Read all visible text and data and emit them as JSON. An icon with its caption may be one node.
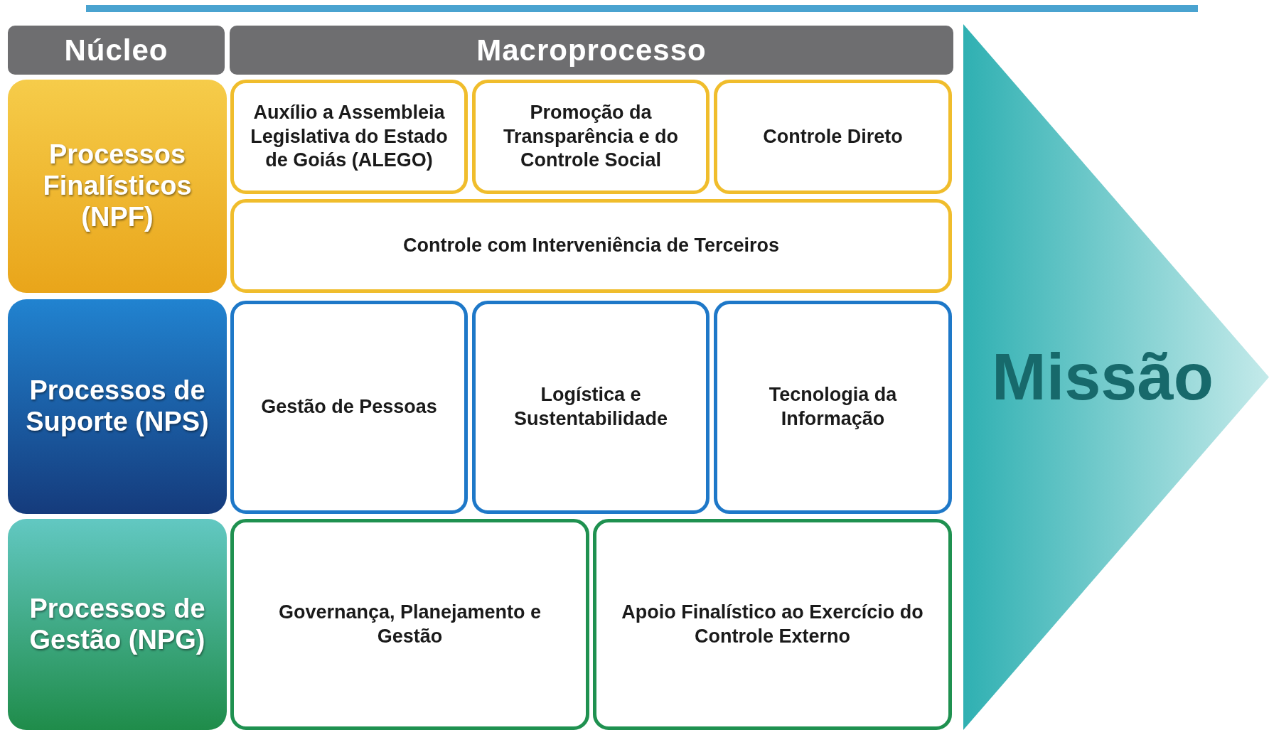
{
  "diagram": {
    "nodes": [
      {
        "text": [
          "Núcleo"
        ]
      },
      {
        "text": [
          "Macroprocesso"
        ]
      },
      {
        "text": [
          "Processos Finalísticos (NPF)"
        ]
      },
      {
        "text": [
          "Auxílio a Assembleia Legislativa do Estado de Goiás (ALEGO)"
        ]
      },
      {
        "text": [
          "Promoção da Transparência e do Controle Social"
        ]
      },
      {
        "text": [
          "Controle Direto"
        ]
      },
      {
        "text": [
          "Controle com Interveniência de Terceiros"
        ]
      },
      {
        "text": [
          "Processos de Suporte (NPS)"
        ]
      },
      {
        "text": [
          "Gestão de Pessoas"
        ]
      },
      {
        "text": [
          "Logística e Sustentabilidade"
        ]
      },
      {
        "text": [
          "Tecnologia da Informação"
        ]
      },
      {
        "text": [
          "Processos de Gestão (NPG)"
        ]
      },
      {
        "text": [
          "Governança, Planejamento e Gestão"
        ]
      },
      {
        "text": [
          "Apoio Finalístico ao Exercício do Controle Externo"
        ]
      },
      {
        "text": [
          "Missão"
        ]
      }
    ]
  }
}
